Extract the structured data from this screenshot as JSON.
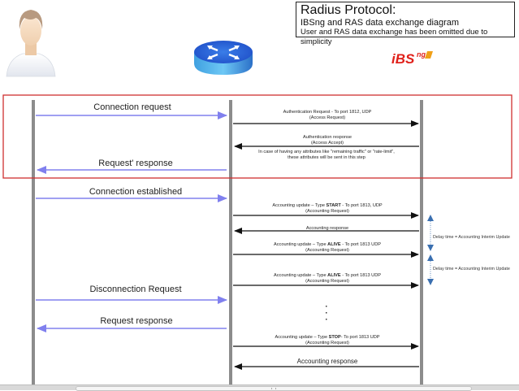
{
  "title_box": {
    "title": "Radius Protocol:",
    "subtitle": "IBSng and RAS data exchange diagram",
    "note": "User and RAS data exchange has been omitted due to simplicity"
  },
  "actors": [
    {
      "id": "user",
      "icon": "user-avatar-icon"
    },
    {
      "id": "ras",
      "icon": "router-icon"
    },
    {
      "id": "ibsng",
      "icon": "ibsng-logo",
      "logo_text_main": "iBS",
      "logo_text_sub": "ng"
    }
  ],
  "colors": {
    "user_ras_arrow": "#8080ee",
    "ras_ibsng_arrow": "#111111",
    "lifeline": "#8c8c8c",
    "highlight_box": "#d03030",
    "delay_arrow": "#3a6fb0",
    "logo_red": "#e0201a",
    "logo_orange": "#f0a018"
  },
  "user_messages": [
    {
      "label": "Connection request",
      "direction": "right"
    },
    {
      "label": "Request' response",
      "direction": "left"
    },
    {
      "label": "Connection established",
      "direction": "right"
    },
    {
      "label": "Disconnection Request",
      "direction": "right"
    },
    {
      "label": "Request response",
      "direction": "left"
    }
  ],
  "ras_messages": [
    {
      "line1": "Authentication Request - To port 1812, UDP",
      "line2": "(Access Request)",
      "direction": "right"
    },
    {
      "line1": "Authentication response",
      "line2": "(Access Accept)",
      "direction": "left",
      "note1": "In case of having any attributes like \"remaining traffic\" or \"rate-limit\",",
      "note2": "these attributes will be sent in this step"
    },
    {
      "prefix": "Accounting update – Type ",
      "type": "START",
      "suffix": " - To port 1813, UDP",
      "line2": "(Accounting Request)",
      "direction": "right"
    },
    {
      "line1": "Accounting response",
      "direction": "left"
    },
    {
      "prefix": "Accounting update – Type ",
      "type": "ALIVE",
      "suffix": " - To port 1813 UDP",
      "line2": "(Accounting Request)",
      "direction": "right"
    },
    {
      "prefix": "Accounting update – Type ",
      "type": "ALIVE",
      "suffix": " - To port 1813 UDP",
      "line2": "(Accounting Request)",
      "direction": "right"
    },
    {
      "prefix": "Accounting update – Type ",
      "type": "STOP",
      "suffix": "- To port 1813 UDP",
      "line2": "(Accounting Request)",
      "direction": "right"
    },
    {
      "line1": "Accounting response",
      "direction": "left"
    }
  ],
  "delays": [
    {
      "label": "Delay time = Accounting Interim Update"
    },
    {
      "label": "Delay time = Accounting Interim Update"
    }
  ],
  "ellipsis": "···"
}
